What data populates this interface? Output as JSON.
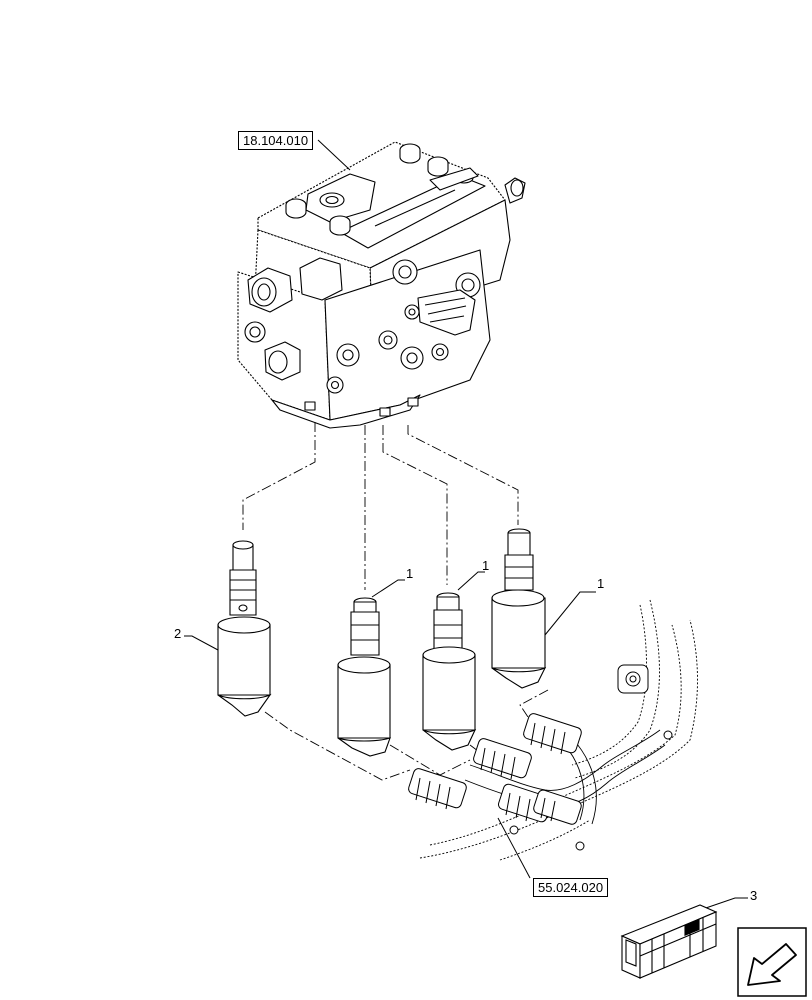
{
  "references": {
    "top_ref": "18.104.010",
    "bottom_ref": "55.024.020"
  },
  "callouts": {
    "solenoid_a": "1",
    "solenoid_b": "1",
    "solenoid_c": "1",
    "solenoid_left": "2",
    "kit": "3"
  },
  "icons": {
    "kit_box": "crate-icon",
    "nav_arrow": "arrow-back-icon"
  }
}
